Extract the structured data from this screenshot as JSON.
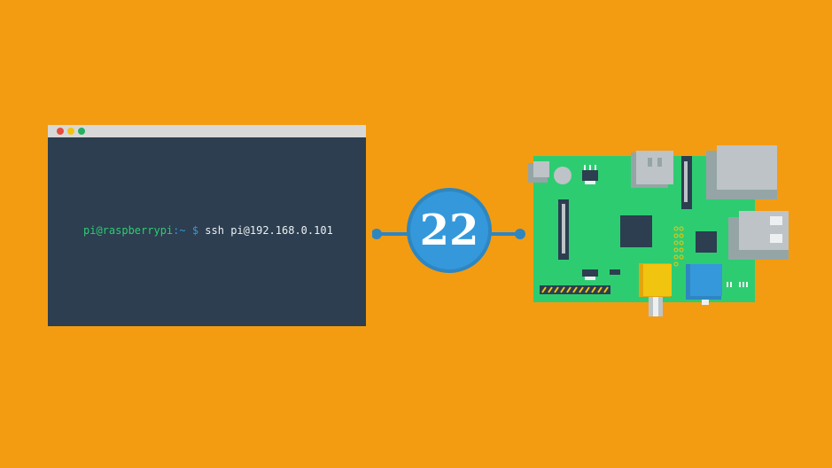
{
  "terminal": {
    "prompt_user": "pi@raspberrypi",
    "prompt_path": ":~ $",
    "command": "ssh pi@192.168.0.101"
  },
  "connector": {
    "port": "22"
  },
  "colors": {
    "background": "#F39C12",
    "terminal_bg": "#2C3E50",
    "prompt_user": "#2ECC71",
    "prompt_path": "#3498DB",
    "port_circle": "#3498DB",
    "board": "#2ECC71"
  }
}
